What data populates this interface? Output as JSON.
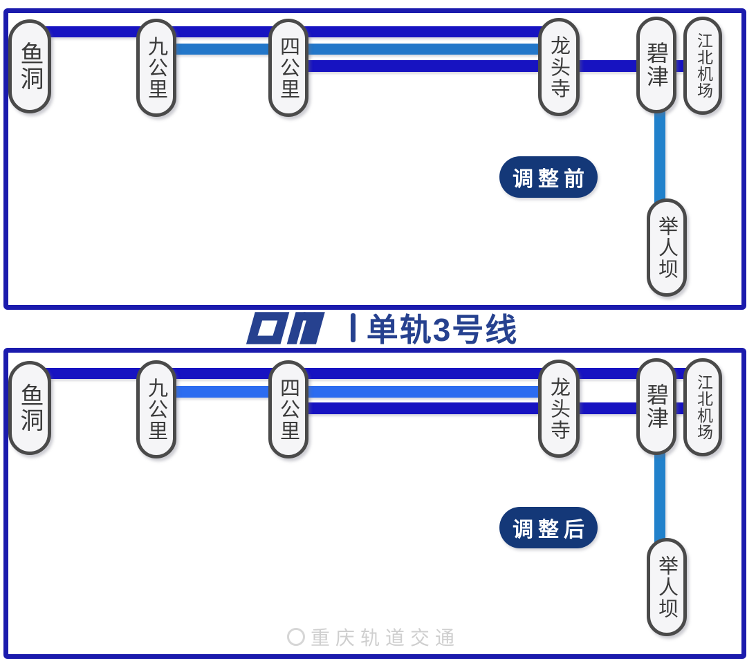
{
  "header": {
    "logo_icon": "crt-rail-transit-logo",
    "separator": "丨",
    "title": "单轨3号线"
  },
  "colors": {
    "panel_border": "#1B1BAD",
    "line_dark_blue": "#1713C1",
    "line_light_blue_before": "#2377C9",
    "line_light_blue_after": "#2C6CF0",
    "branch_light_blue": "#2181CB",
    "badge_background": "#143878",
    "logo_navy": "#26418F"
  },
  "panels": [
    {
      "label": "调整前",
      "stations": [
        "鱼洞",
        "九公里",
        "四公里",
        "龙头寺",
        "碧津",
        "江北机场",
        "举人坝"
      ],
      "services": [
        {
          "line": "dark-blue",
          "from": "鱼洞",
          "to": "龙头寺"
        },
        {
          "line": "light-blue",
          "from": "九公里",
          "to": "龙头寺"
        },
        {
          "line": "dark-blue",
          "from": "四公里",
          "to": "江北机场"
        },
        {
          "line": "light-blue-branch",
          "from": "碧津",
          "to": "举人坝"
        }
      ]
    },
    {
      "label": "调整后",
      "stations": [
        "鱼洞",
        "九公里",
        "四公里",
        "龙头寺",
        "碧津",
        "江北机场",
        "举人坝"
      ],
      "services": [
        {
          "line": "dark-blue",
          "from": "鱼洞",
          "to": "江北机场"
        },
        {
          "line": "light-blue",
          "from": "九公里",
          "to": "龙头寺"
        },
        {
          "line": "dark-blue",
          "from": "四公里",
          "to": "江北机场"
        },
        {
          "line": "light-blue-branch",
          "from": "碧津",
          "to": "举人坝"
        }
      ]
    }
  ],
  "footer": {
    "watermark": "重庆轨道交通"
  }
}
